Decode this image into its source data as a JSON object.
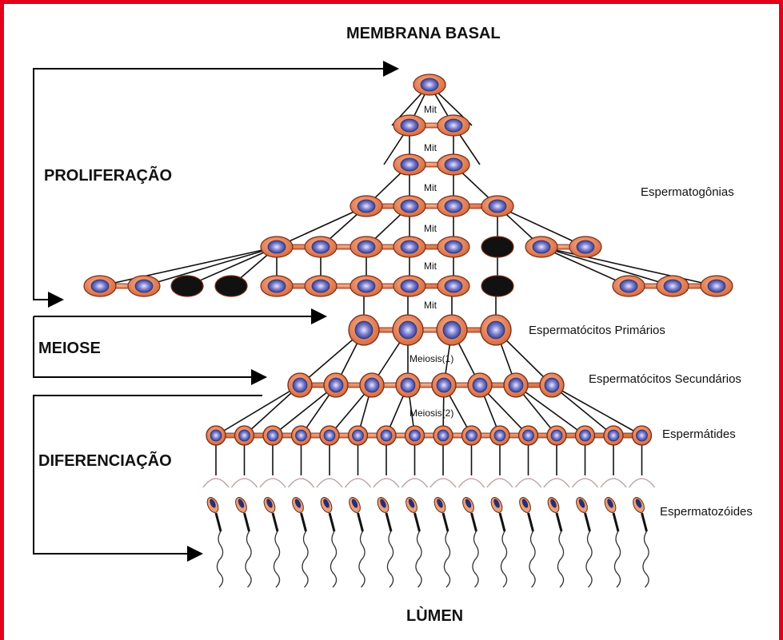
{
  "title": "MEMBRANA BASAL",
  "footer": "LÙMEN",
  "phases": {
    "proliferation": "PROLIFERAÇÃO",
    "meiosis": "MEIOSE",
    "differentiation": "DIFERENCIAÇÃO"
  },
  "stages": {
    "spermatogonia": "Espermatogônias",
    "primary": "Espermatócitos Primários",
    "secondary": "Espermatócitos Secundários",
    "spermatids": "Espermátides",
    "spermatozoa": "Espermatozóides"
  },
  "divisions": {
    "mit1": "Mit",
    "mit2": "Mit",
    "mit3": "Mit",
    "mit4": "Mit",
    "mit5": "Mit",
    "mit6": "Mit",
    "meiosis1": "Meiosis(1)",
    "meiosis2": "Meiosis(2)"
  },
  "colors": {
    "border": "#e3001b",
    "cell_body": "#e98a5e",
    "cell_outline": "#7a2a12",
    "nucleus": "#6a6fc4",
    "dark_cell": "#111111"
  }
}
